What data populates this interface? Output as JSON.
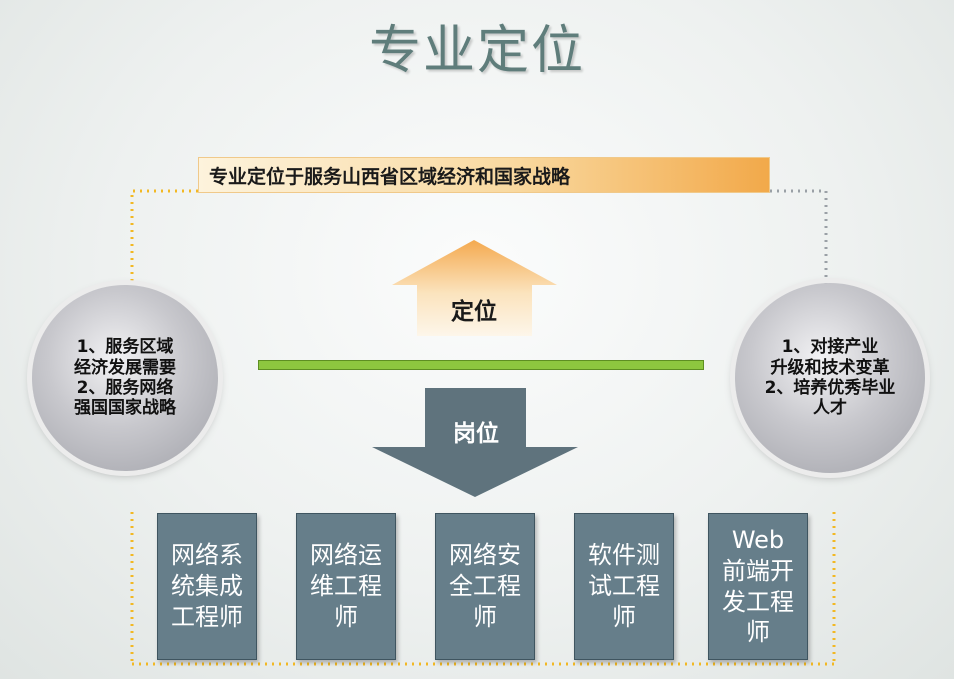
{
  "title": "专业定位",
  "banner": "专业定位于服务山西省区域经济和国家战略",
  "left_circle": "1、服务区域\n经济发展需要\n2、服务网络\n强国国家战略",
  "right_circle": "1、对接产业\n升级和技术变革\n2、培养优秀毕业\n人才",
  "up_arrow_label": "定位",
  "down_arrow_label": "岗位",
  "roles": [
    "网络系\n统集成\n工程师",
    "网络运\n维工程\n师",
    "网络安\n全工程\n师",
    "软件测\n试工程\n师",
    "Web\n前端开\n发工程\n师"
  ],
  "colors": {
    "title": "#5f7d7b",
    "banner_gradient_end": "#f2a94a",
    "up_arrow": "#f7c98a",
    "down_arrow": "#5f737d",
    "green_bar": "#8dc73f",
    "role_box": "#667e8a",
    "dotted_left": "#f2b823",
    "dotted_right": "#9aa0a6"
  }
}
